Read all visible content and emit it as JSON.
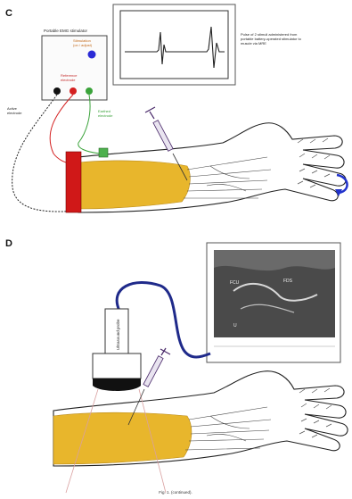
{
  "panels": {
    "c": {
      "letter": "C",
      "stimulator_title": "Portable EMG stimulator",
      "stimulation_label_line1": "Stimulation",
      "stimulation_label_line2": "(on / adjust)",
      "reference_label_line1": "Reference",
      "reference_label_line2": "electrode",
      "active_label_line1": "Active",
      "active_label_line2": "electrode",
      "earthed_label_line1": "Earthed",
      "earthed_label_line2": "electrode",
      "trace_caption_line1": "Pulse of 2 stimuli administered from",
      "trace_caption_line2": "portable battery-operated stimulator to",
      "trace_caption_line3": "muscle via MRE"
    },
    "d": {
      "letter": "D",
      "probe_label": "Ultrasound probe",
      "us_label_fcu": "FCU",
      "us_label_fdp": "FDS",
      "us_label_u": "U"
    }
  },
  "caption": "Fig. 1. (continued).",
  "colors": {
    "forearm_fill": "#e8b62c",
    "red_lead": "#d42020",
    "green_lead": "#3aa33a",
    "black_lead": "#111111",
    "blue_dot": "#2b2bd6",
    "electrode_red": "#d01818",
    "electrode_green": "#4db04d",
    "syringe_purple": "#4a2a6a",
    "cable_blue": "#1f2a8a",
    "arrow_blue": "#2233cc"
  }
}
